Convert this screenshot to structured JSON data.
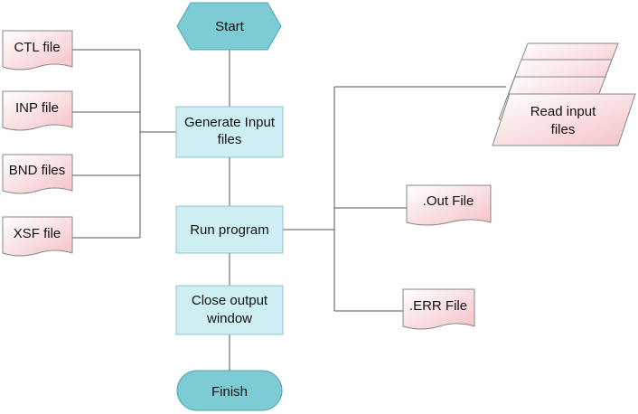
{
  "colors": {
    "process_fill": "#cdeef3",
    "process_stroke": "#8fc3cc",
    "terminal_fill": "#7dcbd4",
    "terminal_stroke": "#4fa6b0",
    "doc_fill_top": "#ffffff",
    "doc_fill_bottom": "#f4c2c7",
    "doc_stroke": "#888888",
    "connector": "#555555"
  },
  "nodes": {
    "start": "Start",
    "generate": [
      "Generate Input",
      "files"
    ],
    "run": "Run program",
    "close": [
      "Close output",
      "window"
    ],
    "finish": "Finish"
  },
  "inputs": [
    "CTL file",
    "INP file",
    "BND files",
    "XSF file"
  ],
  "outputs": {
    "read": [
      "Read input",
      "files"
    ],
    "out": ".Out File",
    "err": ".ERR File"
  }
}
